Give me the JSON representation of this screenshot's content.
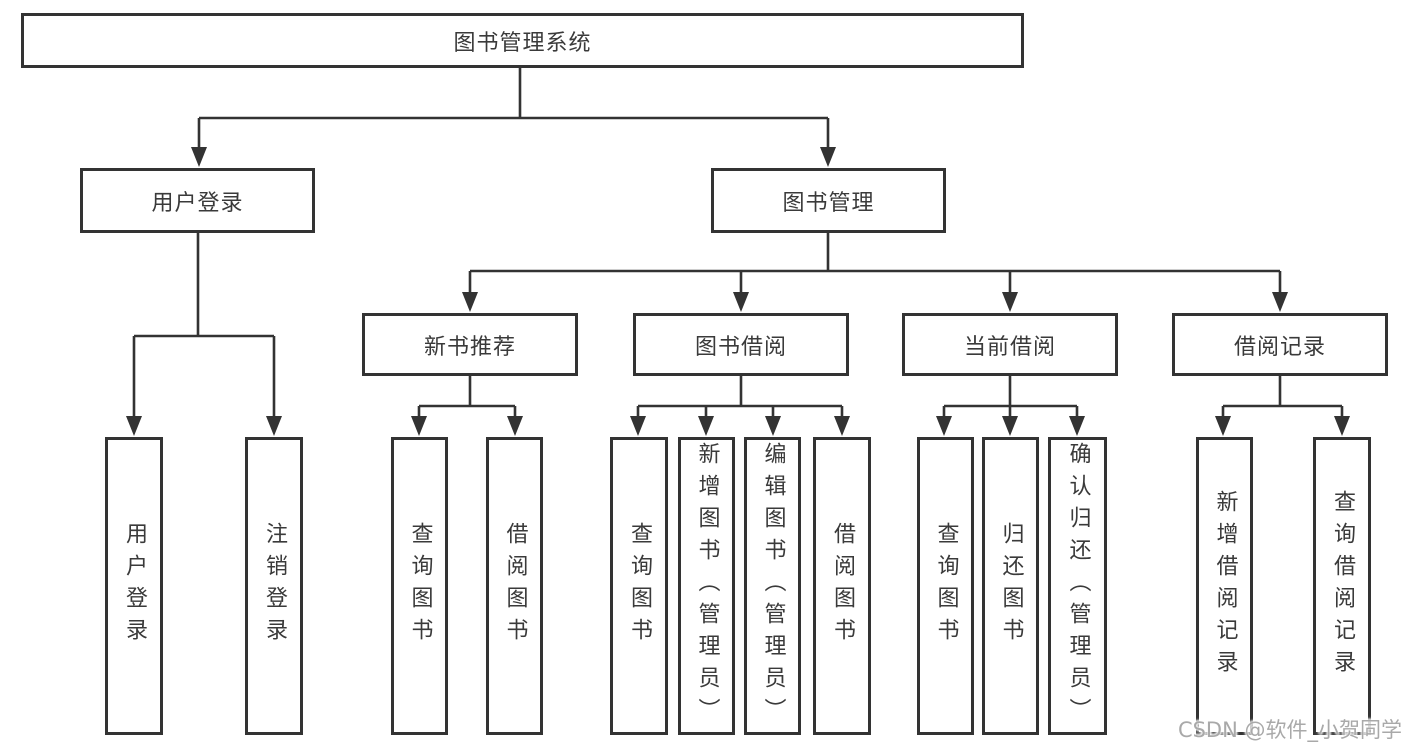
{
  "tree": {
    "root": "图书管理系统",
    "branches": [
      {
        "label": "用户登录",
        "children": [
          "用户登录",
          "注销登录"
        ]
      },
      {
        "label": "图书管理",
        "children": [
          {
            "label": "新书推荐",
            "children": [
              "查询图书",
              "借阅图书"
            ]
          },
          {
            "label": "图书借阅",
            "children": [
              "查询图书",
              "新增图书（管理员）",
              "编辑图书（管理员）",
              "借阅图书"
            ]
          },
          {
            "label": "当前借阅",
            "children": [
              "查询图书",
              "归还图书",
              "确认归还（管理员）"
            ]
          },
          {
            "label": "借阅记录",
            "children": [
              "新增借阅记录",
              "查询借阅记录"
            ]
          }
        ]
      }
    ]
  },
  "watermark": "CSDN @软件_小贺同学",
  "colors": {
    "line": "#333333",
    "text": "#3a3a3a",
    "watermark": "#a9a9a9",
    "background": "#ffffff"
  }
}
